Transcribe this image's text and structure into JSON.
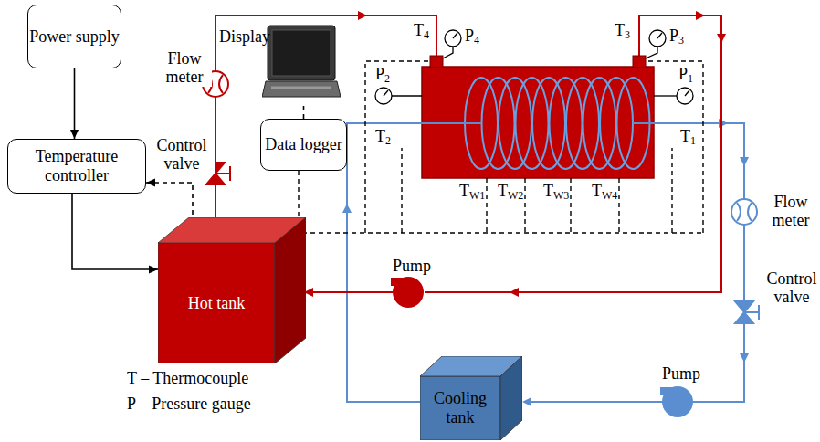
{
  "diagram": {
    "nodes": [
      {
        "text": [
          "Power supply"
        ]
      },
      {
        "text": [
          "Temperature controller"
        ]
      },
      {
        "text": [
          "Display"
        ]
      },
      {
        "text": [
          "Data logger"
        ]
      },
      {
        "text": [
          "Hot tank"
        ]
      },
      {
        "text": [
          "Cooling tank"
        ]
      }
    ],
    "edges": [
      {
        "from": 0,
        "to": 1,
        "arrow": "to"
      },
      {
        "from": 4,
        "to": 1,
        "arrow": "to"
      },
      {
        "from": 1,
        "to": 4,
        "arrow": "to"
      },
      {
        "from": 3,
        "to": 2,
        "arrow": "none"
      }
    ],
    "labels": [
      "Flow meter",
      "Control valve",
      "Pump",
      "Flow meter",
      "Control valve",
      "Pump",
      "T4",
      "P4",
      "T3",
      "P3",
      "P2",
      "T2",
      "P1",
      "T1",
      "TW1",
      "TW2",
      "TW3",
      "TW4",
      "T – Thermocouple",
      "P – Pressure gauge"
    ]
  }
}
